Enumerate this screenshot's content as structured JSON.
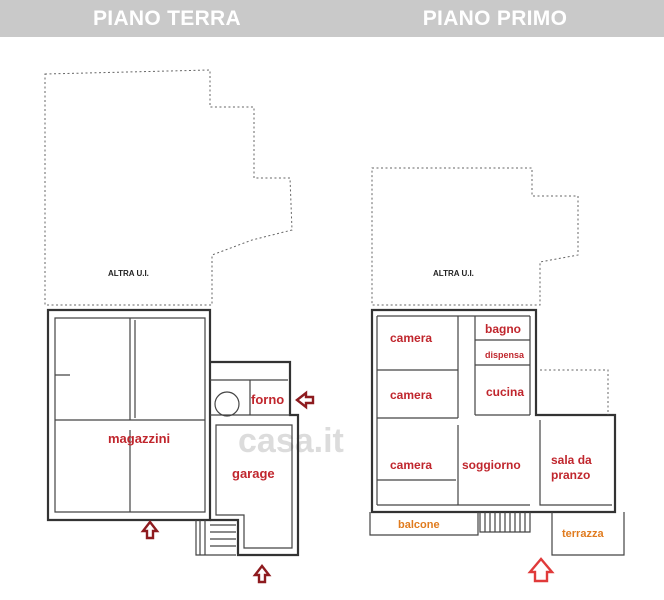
{
  "header": {
    "left_title": "PIANO TERRA",
    "right_title": "PIANO PRIMO"
  },
  "watermark": "casa.it",
  "ground_floor": {
    "other_unit": "ALTRA U.I.",
    "rooms": {
      "magazzini": "magazzini",
      "forno": "forno",
      "garage": "garage"
    }
  },
  "first_floor": {
    "other_unit": "ALTRA U.I.",
    "rooms": {
      "camera_top": "camera",
      "camera_mid": "camera",
      "camera_bottom": "camera",
      "bagno": "bagno",
      "dispensa": "dispensa",
      "cucina": "cucina",
      "soggiorno": "soggiorno",
      "sala_line1": "sala da",
      "sala_line2": "pranzo",
      "balcone": "balcone",
      "terrazza": "terrazza"
    }
  },
  "colors": {
    "room_label": "#c0262d",
    "outdoor_label": "#e07b1e",
    "entrance_arrow_ground": "#8e1b1f",
    "entrance_arrow_first": "#e03a3a",
    "header_bg": "#c9c9c9"
  }
}
